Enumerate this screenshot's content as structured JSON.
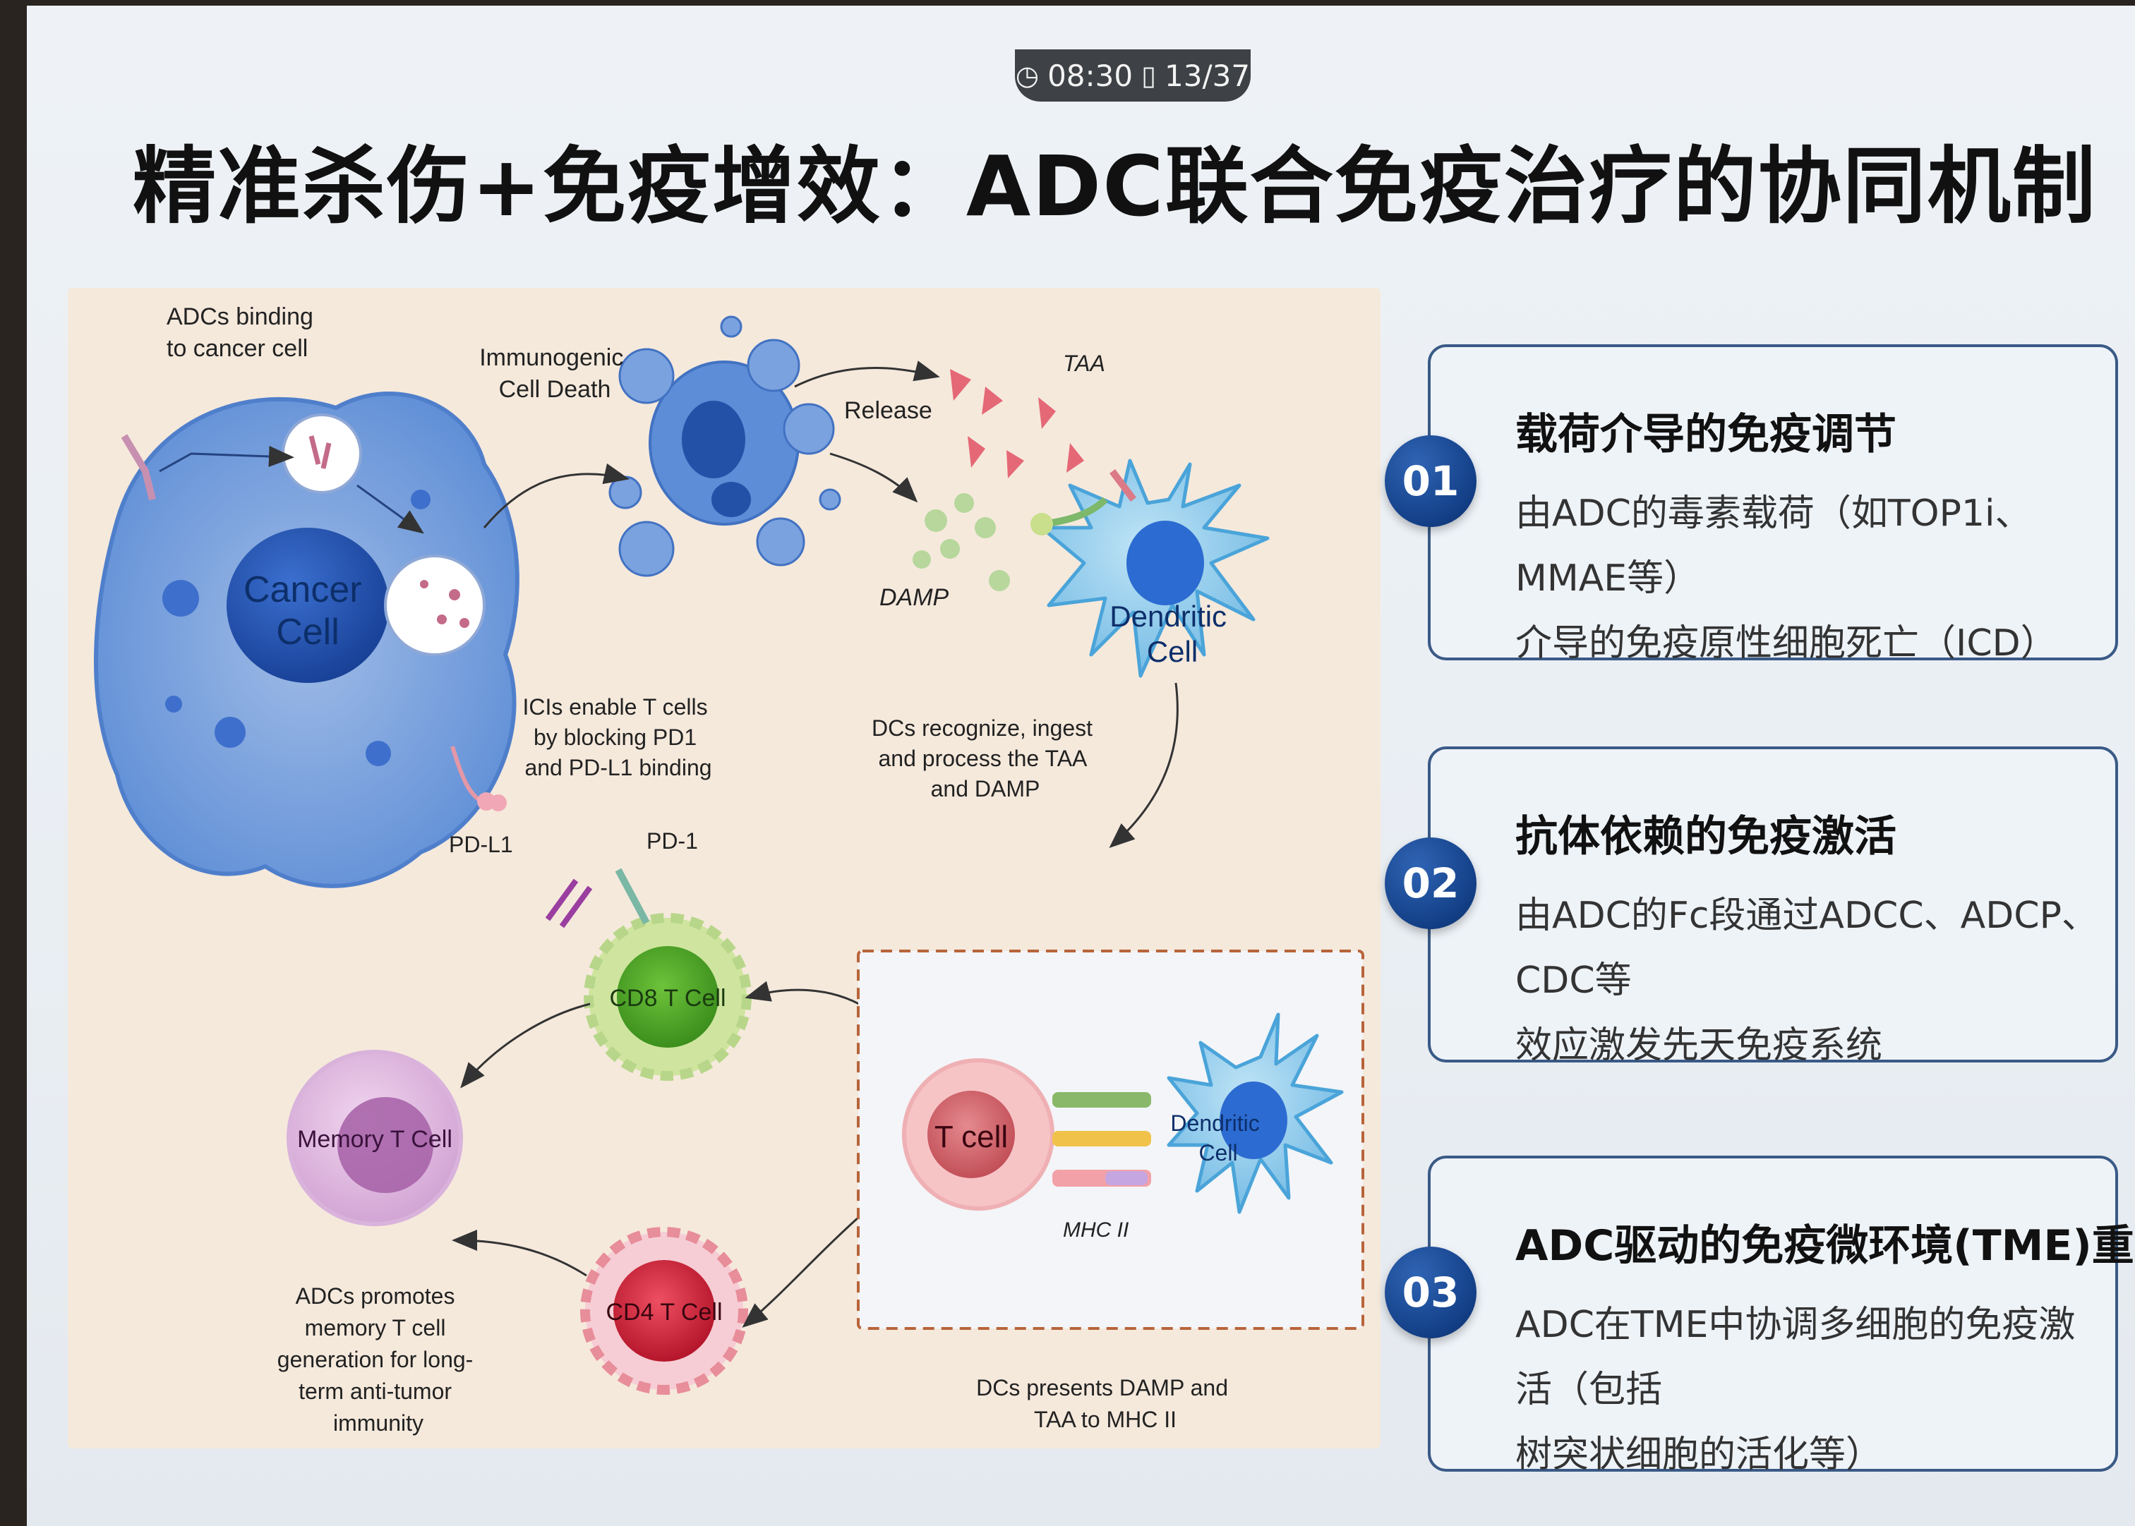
{
  "status": {
    "time": "08:30",
    "page": "13/37"
  },
  "title": "精准杀伤+免疫增效：ADC联合免疫治疗的协同机制",
  "diagram": {
    "adcs_binding": [
      "ADCs binding",
      "to cancer cell"
    ],
    "cancer_cell": [
      "Cancer",
      "Cell"
    ],
    "icd": [
      "Immunogenic",
      "Cell Death"
    ],
    "release": "Release",
    "taa": "TAA",
    "damp": "DAMP",
    "dendritic_cell": [
      "Dendritic",
      "Cell"
    ],
    "dcs_recognize": [
      "DCs recognize, ingest",
      "and process the TAA",
      "and DAMP"
    ],
    "icis_enable": [
      "ICIs enable T cells",
      "by blocking PD1",
      "and PD-L1 binding"
    ],
    "pd_l1": "PD-L1",
    "pd_1": "PD-1",
    "cd8": "CD8 T Cell",
    "cd4": "CD4 T Cell",
    "memory": "Memory T Cell",
    "adcs_promotes": [
      "ADCs promotes",
      "memory T cell",
      "generation for long-",
      "term anti-tumor",
      "immunity"
    ],
    "t_cell": "T cell",
    "mhc": "MHC II",
    "dcs_presents": [
      "DCs presents DAMP and",
      "TAA to MHC II"
    ]
  },
  "cards": [
    {
      "number": "01",
      "title": "载荷介导的免疫调节",
      "line1": "由ADC的毒素载荷（如TOP1i、MMAE等）",
      "line2": "介导的免疫原性细胞死亡（ICD）"
    },
    {
      "number": "02",
      "title": "抗体依赖的免疫激活",
      "line1": "由ADC的Fc段通过ADCC、ADCP、CDC等",
      "line2": "效应激发先天免疫系统"
    },
    {
      "number": "03",
      "title": "ADC驱动的免疫微环境(TME)重塑",
      "line1": "ADC在TME中协调多细胞的免疫激活（包括",
      "line2": "树突状细胞的活化等）"
    }
  ]
}
